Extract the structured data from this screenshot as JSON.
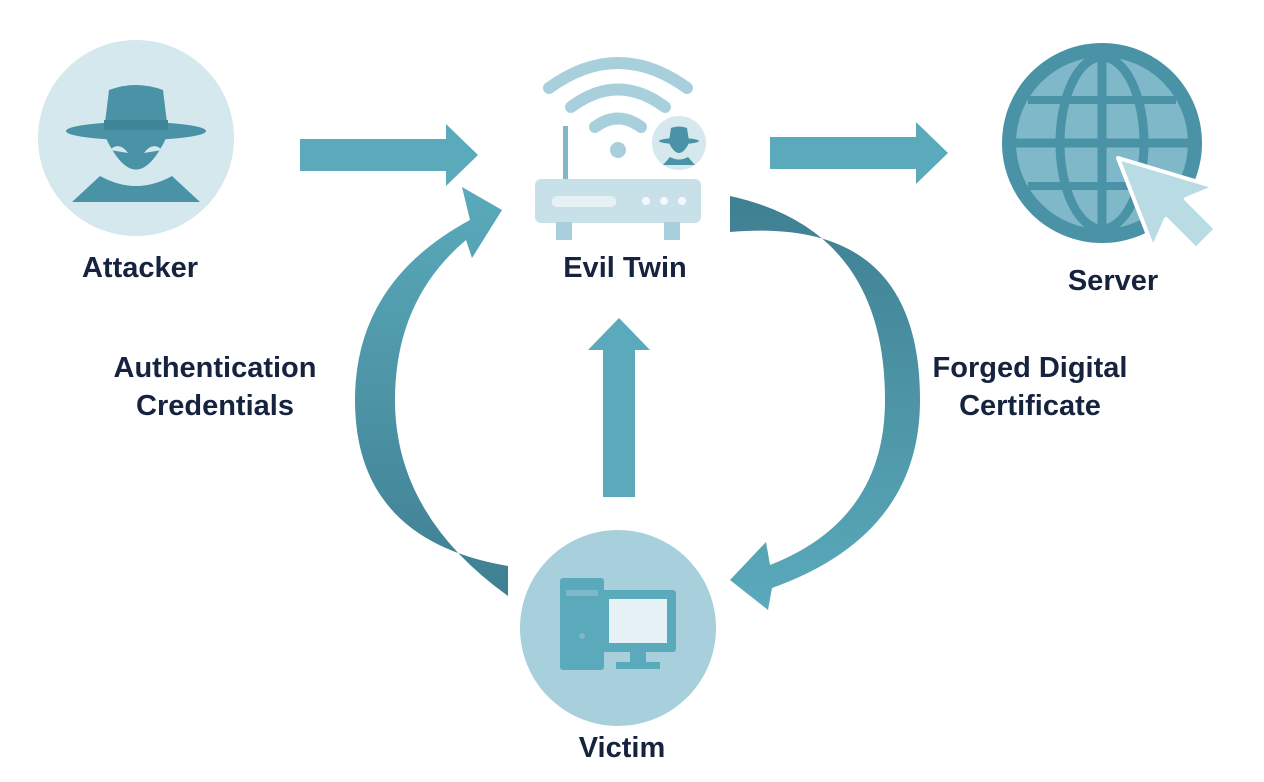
{
  "nodes": {
    "attacker": "Attacker",
    "evil_twin": "Evil Twin",
    "server": "Server",
    "victim": "Victim"
  },
  "edges": {
    "authentication": [
      "Authentication",
      "Credentials"
    ],
    "forged": [
      "Forged Digital",
      "Certificate"
    ]
  },
  "colors": {
    "arrow": "#5aaabb",
    "arrow_dark": "#3f8598",
    "icon_circle": "#d5e8ee",
    "icon_dark": "#4a93a6",
    "icon_light": "#a8d0dc",
    "text": "#16233f"
  }
}
